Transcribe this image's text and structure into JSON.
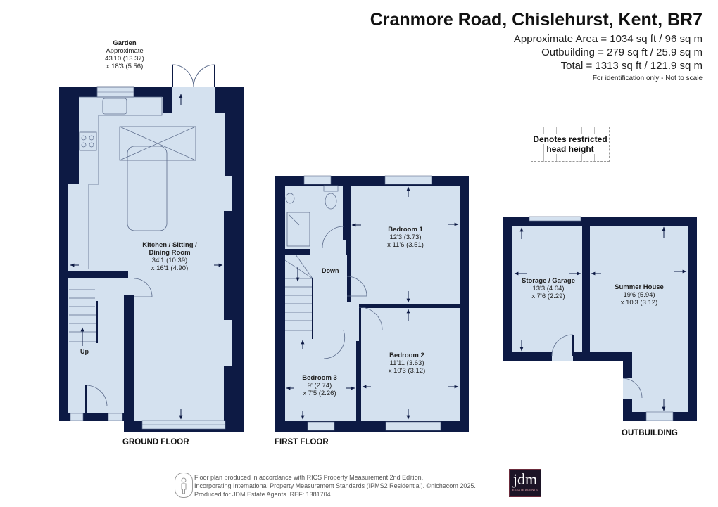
{
  "header": {
    "title": "Cranmore Road, Chislehurst, Kent, BR7",
    "approximate_area": "Approximate Area = 1034 sq ft / 96 sq m",
    "outbuilding_area": "Outbuilding = 279 sq ft / 25.9 sq m",
    "total_area": "Total = 1313 sq ft / 121.9 sq m",
    "disclaimer": "For identification only - Not to scale"
  },
  "legend": {
    "restricted_line1": "Denotes restricted",
    "restricted_line2": "head height"
  },
  "garden": {
    "name": "Garden",
    "line1": "Approximate",
    "line2": "43'10 (13.37)",
    "line3": "x 18'3 (5.56)"
  },
  "ground_floor": {
    "label": "GROUND FLOOR",
    "stairs_label": "Up",
    "rooms": [
      {
        "name1": "Kitchen / Sitting /",
        "name2": "Dining Room",
        "dim1": "34'1 (10.39)",
        "dim2": "x 16'1 (4.90)"
      }
    ]
  },
  "first_floor": {
    "label": "FIRST FLOOR",
    "stairs_label": "Down",
    "rooms": [
      {
        "name": "Bedroom 1",
        "dim1": "12'3 (3.73)",
        "dim2": "x 11'6 (3.51)"
      },
      {
        "name": "Bedroom 2",
        "dim1": "11'11 (3.63)",
        "dim2": "x 10'3 (3.12)"
      },
      {
        "name": "Bedroom 3",
        "dim1": "9' (2.74)",
        "dim2": "x 7'5 (2.26)"
      }
    ]
  },
  "outbuilding": {
    "label": "OUTBUILDING",
    "rooms": [
      {
        "name": "Storage / Garage",
        "dim1": "13'3 (4.04)",
        "dim2": "x 7'6 (2.29)"
      },
      {
        "name": "Summer House",
        "dim1": "19'6 (5.94)",
        "dim2": "x 10'3 (3.12)"
      }
    ]
  },
  "footer": {
    "line1": "Floor plan produced in accordance with RICS Property Measurement 2nd Edition,",
    "line2": "Incorporating International Property Measurement Standards (IPMS2 Residential).   ©nichecom 2025.",
    "line3": "Produced for JDM Estate Agents.   REF: 1381704",
    "logo_text": "jdm",
    "logo_sub": "ESTATE AGENTS"
  },
  "colors": {
    "wall": "#0d1a44",
    "floor": "#d4e1ef",
    "line": "#5a6a8a"
  }
}
